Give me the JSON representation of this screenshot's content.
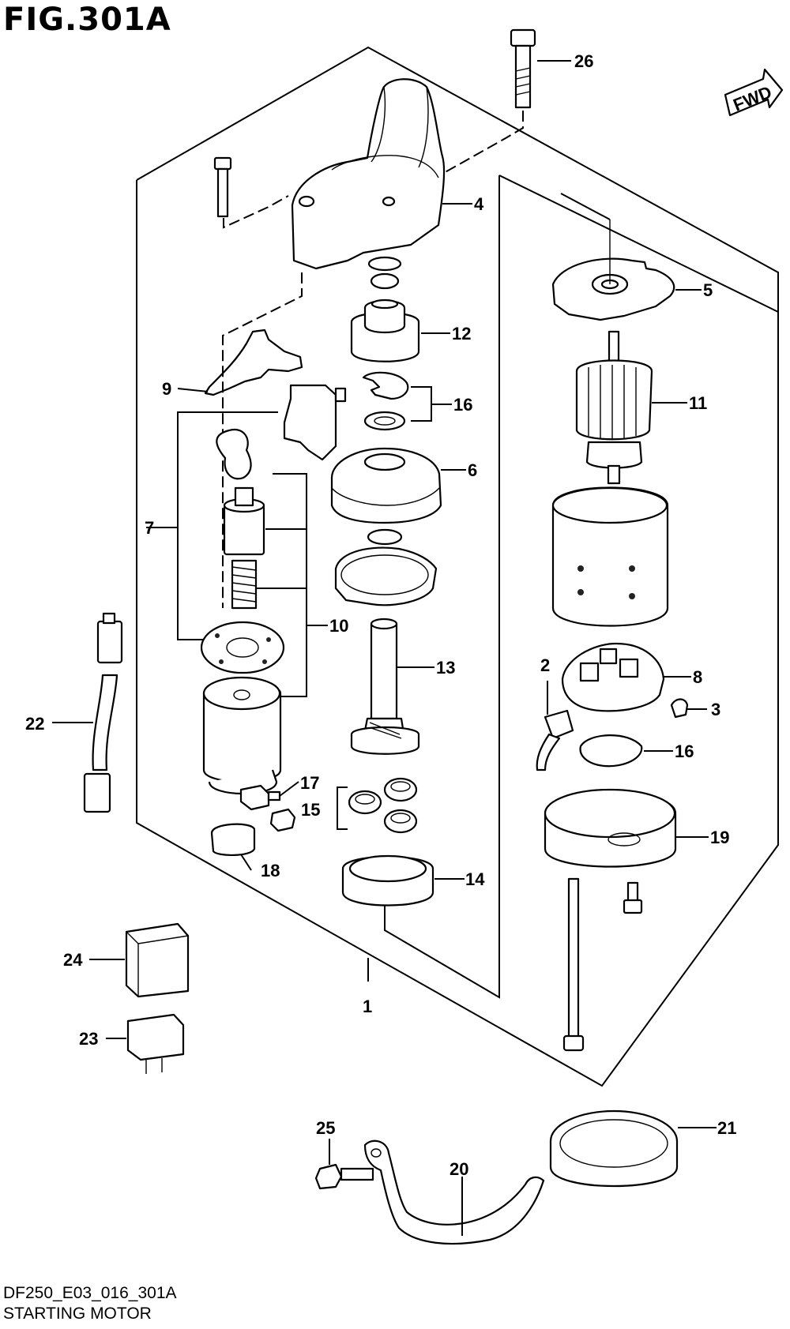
{
  "figure": {
    "title": "FIG.301A",
    "drawing_code": "DF250_E03_016_301A",
    "caption": "STARTING MOTOR",
    "direction_tag": "FWD"
  },
  "callouts": {
    "c1": "1",
    "c2": "2",
    "c3": "3",
    "c4": "4",
    "c5": "5",
    "c6": "6",
    "c7": "7",
    "c8": "8",
    "c9": "9",
    "c10": "10",
    "c11": "11",
    "c12": "12",
    "c13": "13",
    "c14": "14",
    "c15": "15",
    "c16a": "16",
    "c16b": "16",
    "c17": "17",
    "c18": "18",
    "c19": "19",
    "c20": "20",
    "c21": "21",
    "c22": "22",
    "c23": "23",
    "c24": "24",
    "c25": "25",
    "c26": "26"
  }
}
